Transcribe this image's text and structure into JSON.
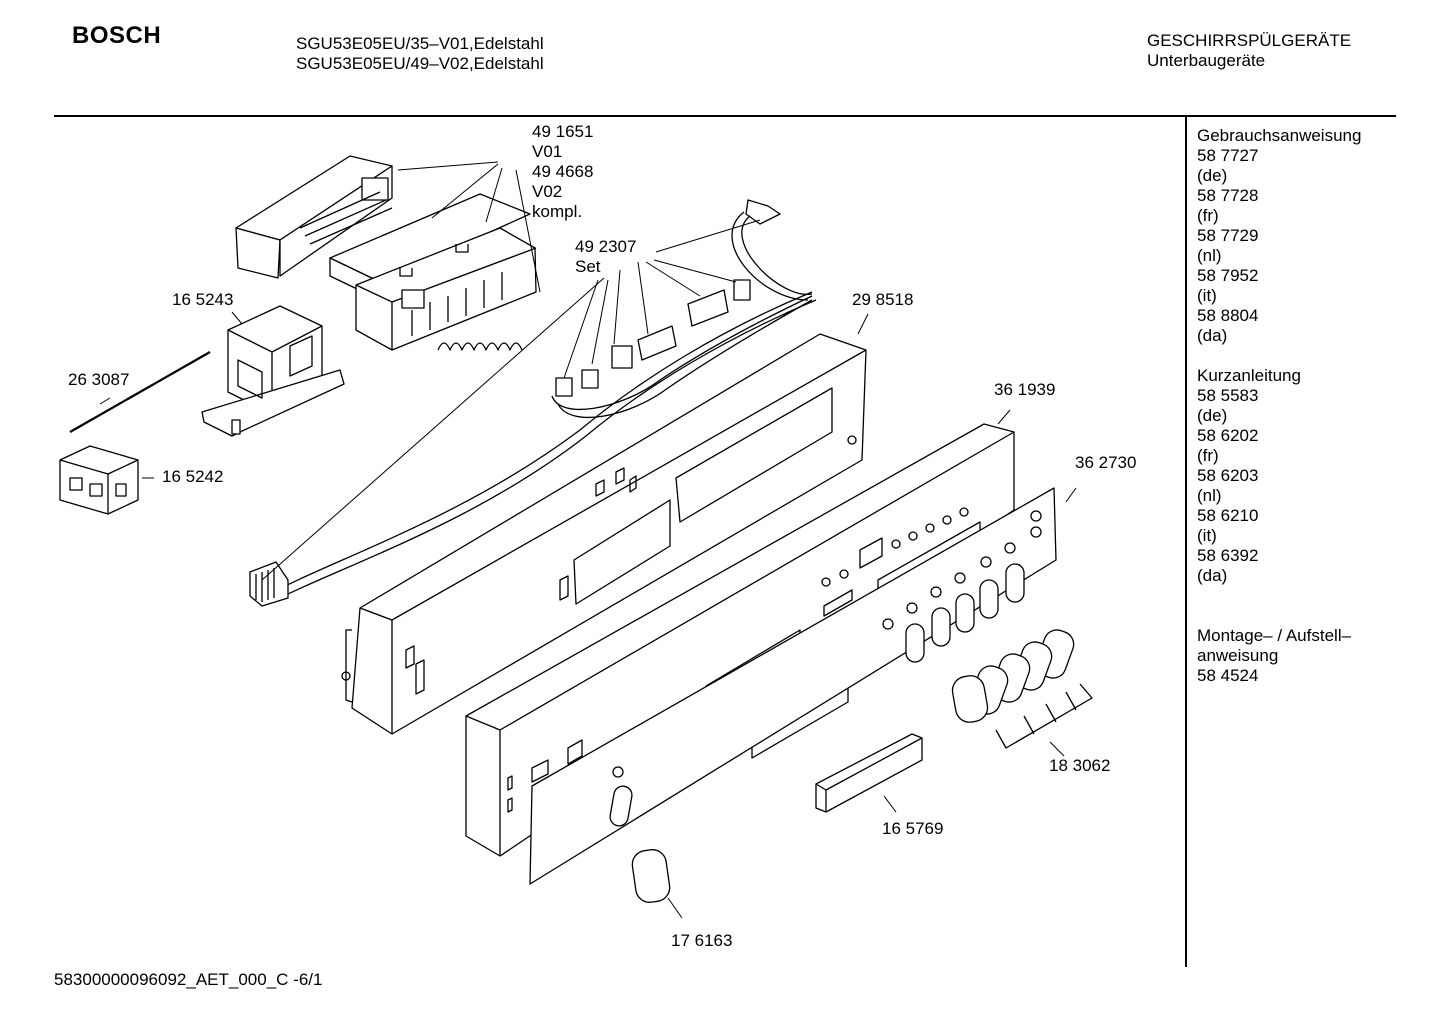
{
  "header": {
    "brand": "BOSCH",
    "models": [
      "SGU53E05EU/35–V01,Edelstahl",
      "SGU53E05EU/49–V02,Edelstahl"
    ],
    "category": "GESCHIRRSPÜLGERÄTE",
    "subcategory": "Unterbaugeräte"
  },
  "parts": {
    "p491651": [
      "49 1651",
      "V01",
      "49 4668",
      "V02",
      "kompl."
    ],
    "p492307": [
      "49 2307",
      "Set"
    ],
    "p165243": "16 5243",
    "p263087": "26 3087",
    "p165242": "16 5242",
    "p298518": "29 8518",
    "p361939": "36 1939",
    "p362730": "36 2730",
    "p183062": "18 3062",
    "p165769": "16 5769",
    "p176163": "17 6163"
  },
  "documents": {
    "gebrauch": [
      "Gebrauchsanweisung",
      "58 7727",
      "(de)",
      "58 7728",
      "(fr)",
      "58 7729",
      "(nl)",
      "58 7952",
      "(it)",
      "58 8804",
      "(da)"
    ],
    "kurz": [
      "Kurzanleitung",
      "58 5583",
      "(de)",
      "58 6202",
      "(fr)",
      "58 6203",
      "(nl)",
      "58 6210",
      "(it)",
      "58 6392",
      "(da)"
    ],
    "montage": [
      "Montage– / Aufstell–",
      "anweisung",
      "58 4524"
    ]
  },
  "footer": "58300000096092_AET_000_C -6/1"
}
